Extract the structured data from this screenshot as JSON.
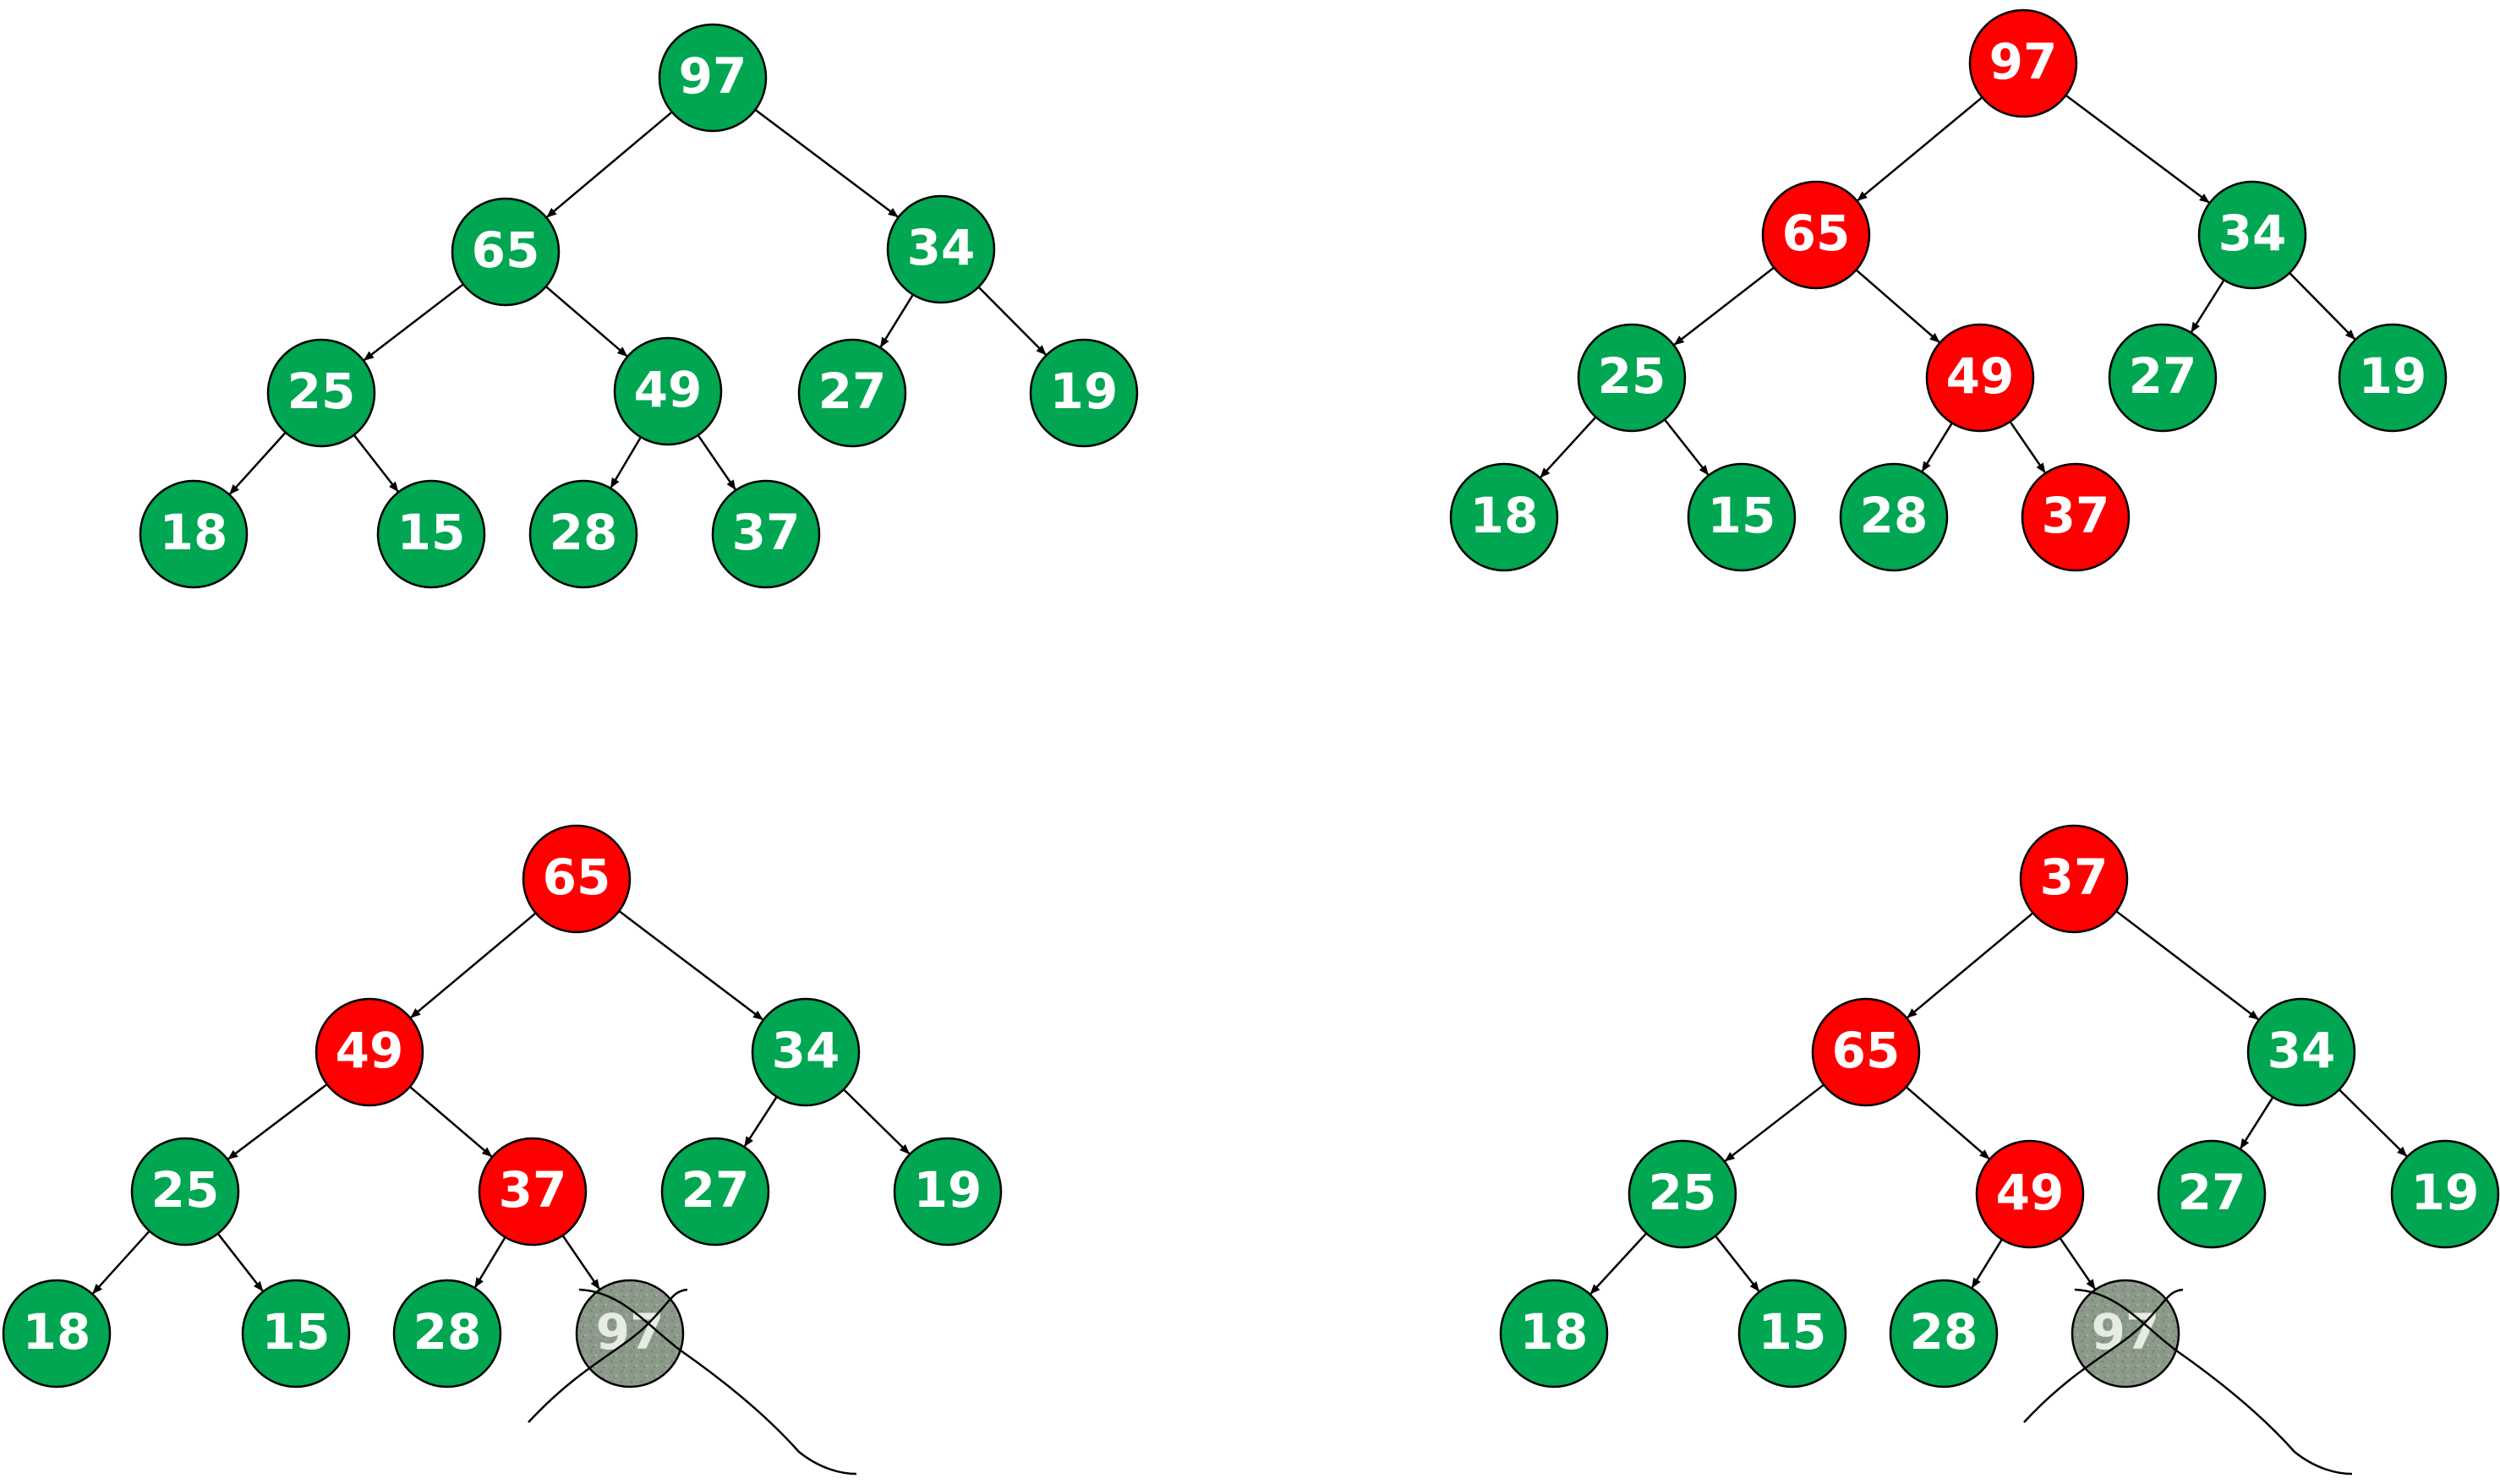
{
  "colors": {
    "normal": "#00a651",
    "highlight": "#ff0000",
    "removed": "#8c9a8a",
    "stroke": "#000000",
    "text": "#ffffff"
  },
  "trees": [
    {
      "id": "tree-1",
      "nodes": [
        {
          "id": "n0",
          "label": "97",
          "state": "normal"
        },
        {
          "id": "n1",
          "label": "65",
          "state": "normal"
        },
        {
          "id": "n2",
          "label": "34",
          "state": "normal"
        },
        {
          "id": "n3",
          "label": "25",
          "state": "normal"
        },
        {
          "id": "n4",
          "label": "49",
          "state": "normal"
        },
        {
          "id": "n5",
          "label": "27",
          "state": "normal"
        },
        {
          "id": "n6",
          "label": "19",
          "state": "normal"
        },
        {
          "id": "n7",
          "label": "18",
          "state": "normal"
        },
        {
          "id": "n8",
          "label": "15",
          "state": "normal"
        },
        {
          "id": "n9",
          "label": "28",
          "state": "normal"
        },
        {
          "id": "n10",
          "label": "37",
          "state": "normal"
        }
      ],
      "edges": [
        [
          "n0",
          "n1"
        ],
        [
          "n0",
          "n2"
        ],
        [
          "n1",
          "n3"
        ],
        [
          "n1",
          "n4"
        ],
        [
          "n2",
          "n5"
        ],
        [
          "n2",
          "n6"
        ],
        [
          "n3",
          "n7"
        ],
        [
          "n3",
          "n8"
        ],
        [
          "n4",
          "n9"
        ],
        [
          "n4",
          "n10"
        ]
      ]
    },
    {
      "id": "tree-2",
      "nodes": [
        {
          "id": "n0",
          "label": "97",
          "state": "highlight"
        },
        {
          "id": "n1",
          "label": "65",
          "state": "highlight"
        },
        {
          "id": "n2",
          "label": "34",
          "state": "normal"
        },
        {
          "id": "n3",
          "label": "25",
          "state": "normal"
        },
        {
          "id": "n4",
          "label": "49",
          "state": "highlight"
        },
        {
          "id": "n5",
          "label": "27",
          "state": "normal"
        },
        {
          "id": "n6",
          "label": "19",
          "state": "normal"
        },
        {
          "id": "n7",
          "label": "18",
          "state": "normal"
        },
        {
          "id": "n8",
          "label": "15",
          "state": "normal"
        },
        {
          "id": "n9",
          "label": "28",
          "state": "normal"
        },
        {
          "id": "n10",
          "label": "37",
          "state": "highlight"
        }
      ],
      "edges": [
        [
          "n0",
          "n1"
        ],
        [
          "n0",
          "n2"
        ],
        [
          "n1",
          "n3"
        ],
        [
          "n1",
          "n4"
        ],
        [
          "n2",
          "n5"
        ],
        [
          "n2",
          "n6"
        ],
        [
          "n3",
          "n7"
        ],
        [
          "n3",
          "n8"
        ],
        [
          "n4",
          "n9"
        ],
        [
          "n4",
          "n10"
        ]
      ]
    },
    {
      "id": "tree-3",
      "nodes": [
        {
          "id": "n0",
          "label": "65",
          "state": "highlight"
        },
        {
          "id": "n1",
          "label": "49",
          "state": "highlight"
        },
        {
          "id": "n2",
          "label": "34",
          "state": "normal"
        },
        {
          "id": "n3",
          "label": "25",
          "state": "normal"
        },
        {
          "id": "n4",
          "label": "37",
          "state": "highlight"
        },
        {
          "id": "n5",
          "label": "27",
          "state": "normal"
        },
        {
          "id": "n6",
          "label": "19",
          "state": "normal"
        },
        {
          "id": "n7",
          "label": "18",
          "state": "normal"
        },
        {
          "id": "n8",
          "label": "15",
          "state": "normal"
        },
        {
          "id": "n9",
          "label": "28",
          "state": "normal"
        },
        {
          "id": "n10",
          "label": "97",
          "state": "removed"
        }
      ],
      "edges": [
        [
          "n0",
          "n1"
        ],
        [
          "n0",
          "n2"
        ],
        [
          "n1",
          "n3"
        ],
        [
          "n1",
          "n4"
        ],
        [
          "n2",
          "n5"
        ],
        [
          "n2",
          "n6"
        ],
        [
          "n3",
          "n7"
        ],
        [
          "n3",
          "n8"
        ],
        [
          "n4",
          "n9"
        ],
        [
          "n4",
          "n10"
        ]
      ]
    },
    {
      "id": "tree-4",
      "nodes": [
        {
          "id": "n0",
          "label": "37",
          "state": "highlight"
        },
        {
          "id": "n1",
          "label": "65",
          "state": "highlight"
        },
        {
          "id": "n2",
          "label": "34",
          "state": "normal"
        },
        {
          "id": "n3",
          "label": "25",
          "state": "normal"
        },
        {
          "id": "n4",
          "label": "49",
          "state": "highlight"
        },
        {
          "id": "n5",
          "label": "27",
          "state": "normal"
        },
        {
          "id": "n6",
          "label": "19",
          "state": "normal"
        },
        {
          "id": "n7",
          "label": "18",
          "state": "normal"
        },
        {
          "id": "n8",
          "label": "15",
          "state": "normal"
        },
        {
          "id": "n9",
          "label": "28",
          "state": "normal"
        },
        {
          "id": "n10",
          "label": "97",
          "state": "removed"
        }
      ],
      "edges": [
        [
          "n0",
          "n1"
        ],
        [
          "n0",
          "n2"
        ],
        [
          "n1",
          "n3"
        ],
        [
          "n1",
          "n4"
        ],
        [
          "n2",
          "n5"
        ],
        [
          "n2",
          "n6"
        ],
        [
          "n3",
          "n7"
        ],
        [
          "n3",
          "n8"
        ],
        [
          "n4",
          "n9"
        ],
        [
          "n4",
          "n10"
        ]
      ]
    }
  ]
}
